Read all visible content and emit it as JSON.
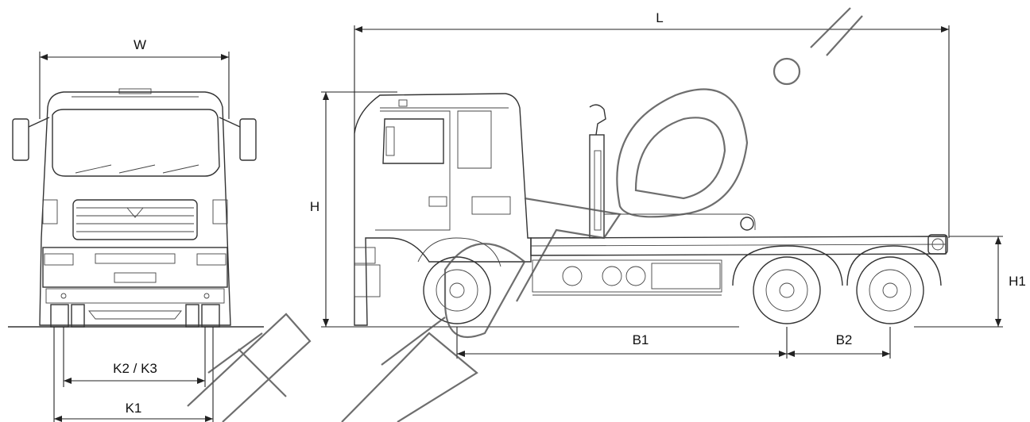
{
  "dimensions": {
    "width": "W",
    "length": "L",
    "height": "H",
    "frame_height": "H1",
    "track_rear": "K2 / K3",
    "track_front": "K1",
    "wheelbase_1": "B1",
    "wheelbase_2": "B2"
  }
}
